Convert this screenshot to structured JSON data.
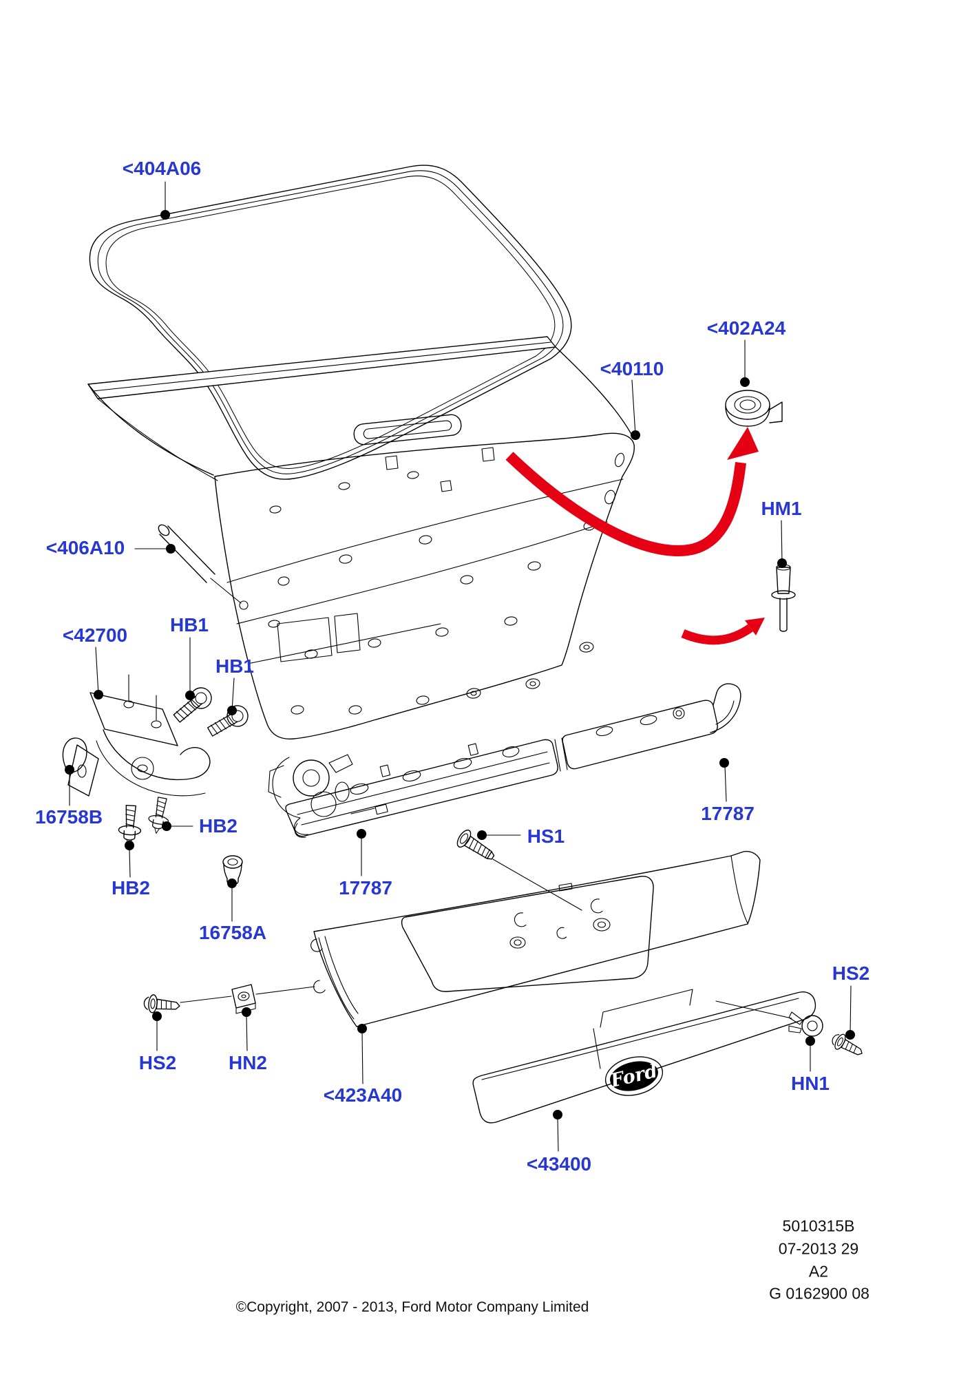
{
  "colors": {
    "label_blue": "#2737d4",
    "arrow_red": "#e60014",
    "line_black": "#000000",
    "background": "#ffffff"
  },
  "diagram": {
    "callouts": {
      "seal": "<404A06",
      "lid": "<40110",
      "tape": "<402A24",
      "pin_hm1": "HM1",
      "strut": "<406A10",
      "hinge": "<42700",
      "hb1_a": "HB1",
      "hb1_b": "HB1",
      "cap_16758b": "16758B",
      "hb2_a": "HB2",
      "hb2_b": "HB2",
      "stud_16758a": "16758A",
      "bar_left": "17787",
      "hs1": "HS1",
      "bar_right": "17787",
      "hs2_left": "HS2",
      "hn2": "HN2",
      "garnish": "<423A40",
      "trim": "<43400",
      "hn1": "HN1",
      "hs2_right": "HS2"
    },
    "ford_badge": "Ford"
  },
  "footer": {
    "doc_number": "5010315B",
    "date_code": "07-2013 29",
    "revision": "A2",
    "figure_code": "G 0162900 08",
    "copyright": "©Copyright, 2007 - 2013, Ford Motor Company Limited"
  }
}
